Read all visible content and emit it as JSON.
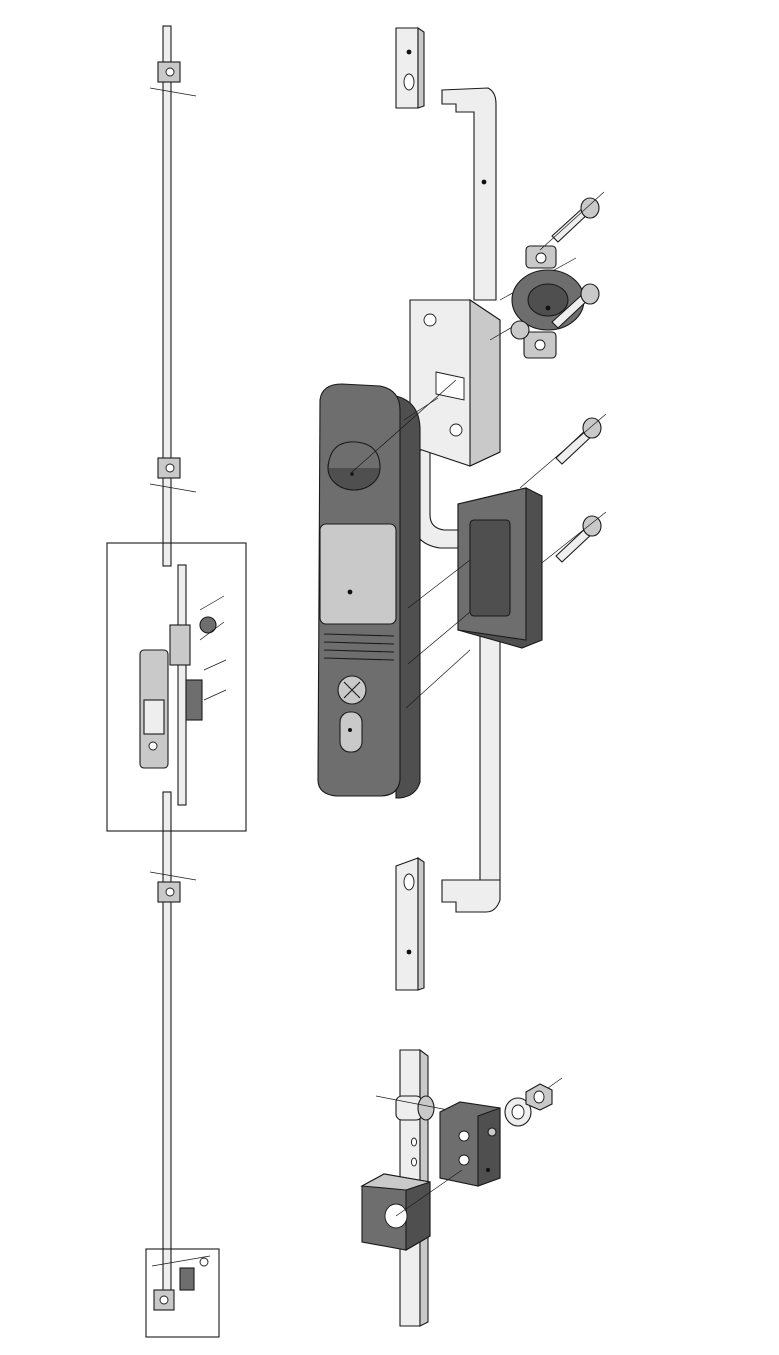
{
  "drawing": {
    "kind": "exploded-assembly-illustration",
    "overview_detail_frames": 2,
    "colors": {
      "line": "#1a1a1a",
      "light_metal": "#eeeeee",
      "mid_metal": "#c9c9c9",
      "dark_part": "#6e6e6e",
      "darker_part": "#4f4f4f"
    },
    "icons": [
      "lock-handle",
      "lock-cylinder",
      "bolt-screw",
      "hex-nut",
      "washer",
      "rod-guide",
      "rod-clip"
    ]
  }
}
